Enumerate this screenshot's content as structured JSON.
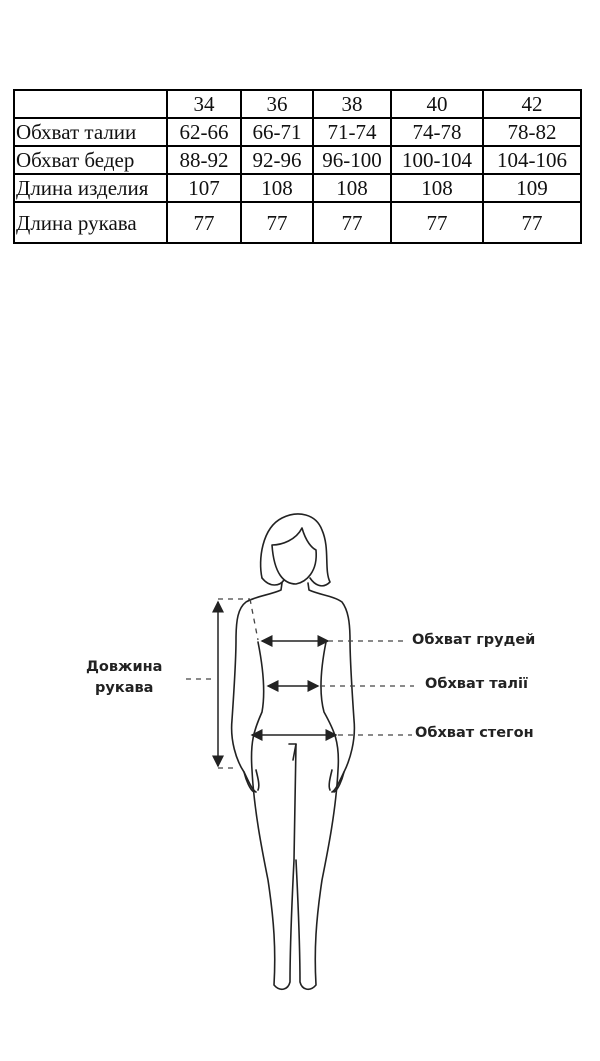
{
  "size_table": {
    "header": [
      "",
      "34",
      "36",
      "38",
      "40",
      "42"
    ],
    "rows": [
      {
        "label": "Обхват талии",
        "values": [
          "62-66",
          "66-71",
          "71-74",
          "74-78",
          "78-82"
        ]
      },
      {
        "label": "Обхват бедер",
        "values": [
          "88-92",
          "92-96",
          "96-100",
          "100-104",
          "104-106"
        ]
      },
      {
        "label": "Длина изделия",
        "values": [
          "107",
          "108",
          "108",
          "108",
          "109"
        ]
      },
      {
        "label": "Длина рукава",
        "values": [
          "77",
          "77",
          "77",
          "77",
          "77"
        ]
      }
    ]
  },
  "figure": {
    "sleeve_label_line1": "Довжина",
    "sleeve_label_line2": "рукава",
    "chest_label": "Обхват грудей",
    "waist_label": "Обхват талії",
    "hips_label": "Обхват стегон",
    "line_color": "#222222"
  }
}
